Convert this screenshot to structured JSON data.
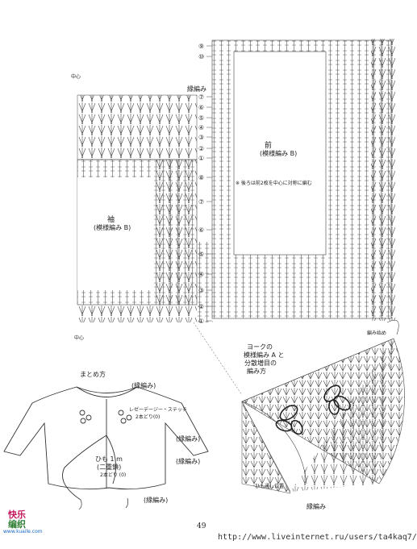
{
  "labels": {
    "front_title": "前",
    "front_sub": "(模様編み B)",
    "front_note": "※ 後ろは前2枚を中心に対称に編む",
    "sleeve_title": "袖",
    "sleeve_sub": "(模様編み B)",
    "center_top": "中心",
    "center_bottom": "中心",
    "edge_top": "縁編み",
    "yoke_line1": "ヨークの",
    "yoke_line2": "模様編み A と",
    "yoke_line3": "分散増目の",
    "yoke_line4": "編み方",
    "start_label": "編み始め",
    "assembly_title": "まとめ方",
    "asm_edge1": "(縁編み)",
    "asm_lazy1": "レゼーデージー・ステッチ",
    "asm_lazy2": "2本どり(0)",
    "asm_edge2": "(縁編み)",
    "asm_cord1": "ひも 1 m",
    "asm_cord2": "(二重鎖)",
    "asm_cord3": "2本どり (0)",
    "asm_edge3": "(縁編み)",
    "asm_edge4": "(縁編み)",
    "cord_pass": "ひも通し位置",
    "edge_bottom": "縁編み",
    "page_number": "49",
    "url": "http://www.liveinternet.ru/users/ta4kaq7/",
    "logo1": "快乐",
    "logo2": "编织",
    "logo3": "www.kuaile.com"
  },
  "row_markers": [
    "⑨",
    "⑩",
    "⑦",
    "⑥",
    "⑤",
    "④",
    "③",
    "②",
    "①",
    "⑧",
    "⑦",
    "⑥",
    "⑤",
    "④",
    "③",
    "②",
    "①"
  ]
}
